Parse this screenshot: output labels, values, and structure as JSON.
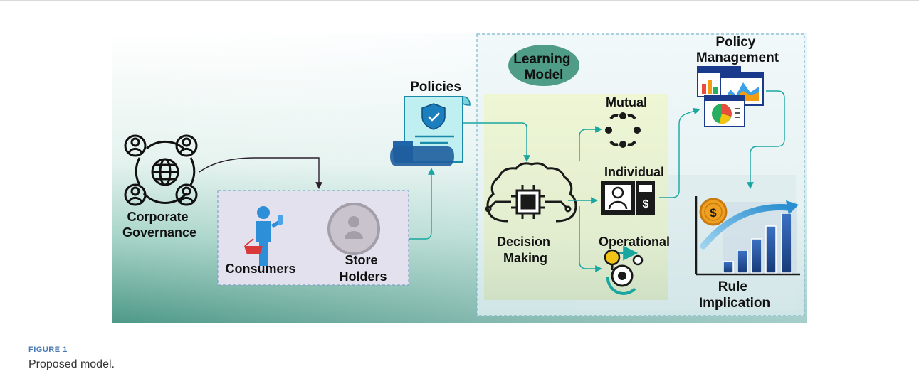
{
  "diagram": {
    "corporate_governance": [
      "Corporate",
      "Governance"
    ],
    "consumers": "Consumers",
    "store_holders": [
      "Store",
      "Holders"
    ],
    "policies": "Policies",
    "learning_model": [
      "Learning",
      "Model"
    ],
    "decision_making": [
      "Decision",
      "Making"
    ],
    "mutual": "Mutual",
    "individual": "Individual",
    "operational": "Operational",
    "policy_management": [
      "Policy",
      "Management"
    ],
    "rule_implication": [
      "Rule",
      "Implication"
    ],
    "currency_symbol": "$"
  },
  "caption": {
    "label": "FIGURE 1",
    "text": "Proposed model."
  }
}
